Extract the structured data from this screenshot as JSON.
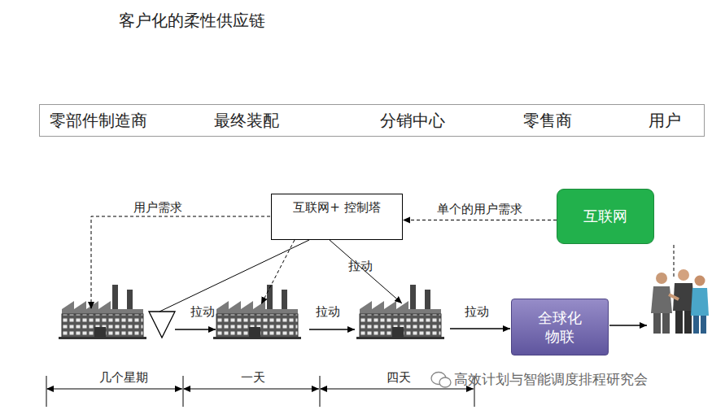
{
  "diagram": {
    "title": "客户化的柔性供应链",
    "nodes": [
      {
        "text": [
          "零部件制造商",
          "最终装配",
          "分销中心",
          "零售商",
          "用户"
        ]
      },
      {
        "text": [
          "互联网+ 控制塔"
        ]
      },
      {
        "text": [
          "互联网"
        ]
      },
      {
        "text": [
          "全球化 物联"
        ]
      }
    ],
    "edges": [
      {
        "from": 2,
        "to": 1,
        "label": "单个的用户需求",
        "arrow": "to"
      }
    ],
    "labels": [
      "用户需求",
      "拉动",
      "拉动",
      "拉动",
      "拉动",
      "几个星期",
      "一天",
      "四天",
      "高效计划与智能调度排程研究会"
    ]
  }
}
